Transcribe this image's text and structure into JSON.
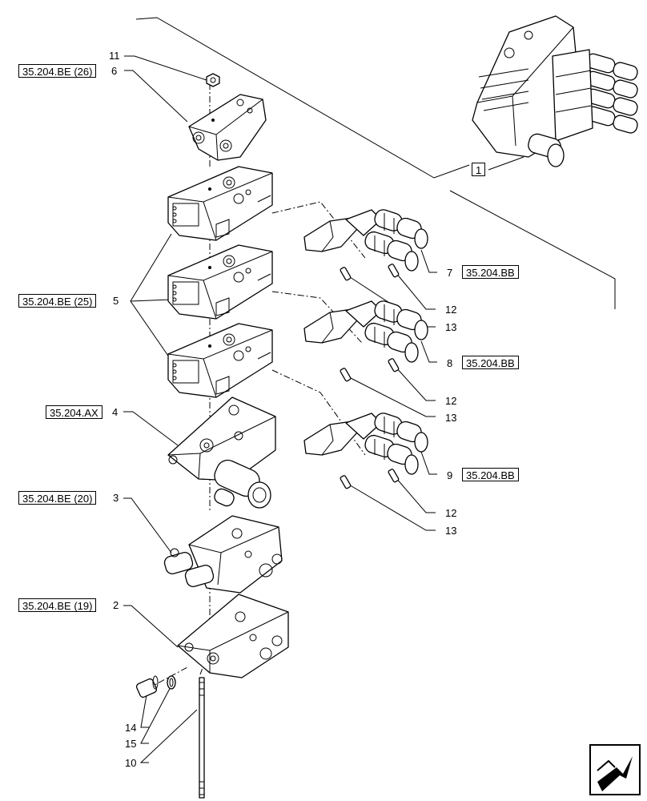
{
  "refs": {
    "be26": "35.204.BE (26)",
    "be25": "35.204.BE (25)",
    "ax": "35.204.AX",
    "be20": "35.204.BE (20)",
    "be19": "35.204.BE (19)",
    "bb7": "35.204.BB",
    "bb8": "35.204.BB",
    "bb9": "35.204.BB",
    "assembly": "1"
  },
  "callouts": {
    "c11": "11",
    "c6": "6",
    "c5": "5",
    "c4": "4",
    "c3": "3",
    "c2": "2",
    "c14": "14",
    "c15": "15",
    "c10": "10",
    "c7": "7",
    "c8": "8",
    "c9": "9",
    "c12a": "12",
    "c13a": "13",
    "c12b": "12",
    "c13b": "13",
    "c12c": "12",
    "c13c": "13"
  },
  "icons": {
    "nav": "page-navigation-icon"
  }
}
